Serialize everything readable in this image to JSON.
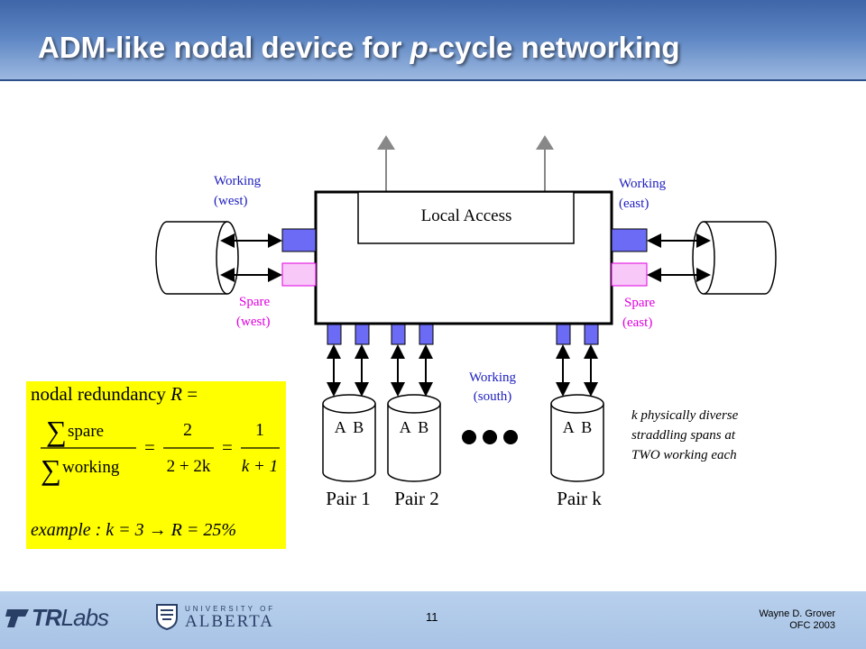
{
  "slide": {
    "title_pre": "ADM-like nodal device for ",
    "title_em": "p",
    "title_post": "-cycle networking",
    "page_number": "11"
  },
  "diagram": {
    "local_access": "Local Access",
    "working_west_1": "Working",
    "working_west_2": "(west)",
    "spare_west_1": "Spare",
    "spare_west_2": "(west)",
    "working_east_1": "Working",
    "working_east_2": "(east)",
    "spare_east_1": "Spare",
    "spare_east_2": "(east)",
    "working_south_1": "Working",
    "working_south_2": "(south)",
    "pair_ab": "A B",
    "pair_1": "Pair 1",
    "pair_2": "Pair 2",
    "pair_k": "Pair k",
    "note_1": "k physically diverse",
    "note_2": "straddling spans at",
    "note_3": "TWO working each",
    "colors": {
      "working": "#6b6bf5",
      "spare": "#f8c8f8",
      "spare_text": "#e000e0",
      "working_text": "#2020c0"
    }
  },
  "formula": {
    "line1_text": "nodal redundancy ",
    "line1_var": "R",
    "line1_eq": " =",
    "sum_num": "spare",
    "sum_den": "working",
    "eq": "=",
    "frac1_num": "2",
    "frac1_den": "2 + 2k",
    "frac2_num": "1",
    "frac2_den": "k + 1",
    "example_text": "example : k = 3 → R = 25%"
  },
  "footer": {
    "logo_tr": "TR",
    "logo_labs": "Labs",
    "university_top": "UNIVERSITY OF",
    "university_main": "ALBERTA",
    "author": "Wayne D. Grover",
    "conference": "OFC 2003"
  }
}
